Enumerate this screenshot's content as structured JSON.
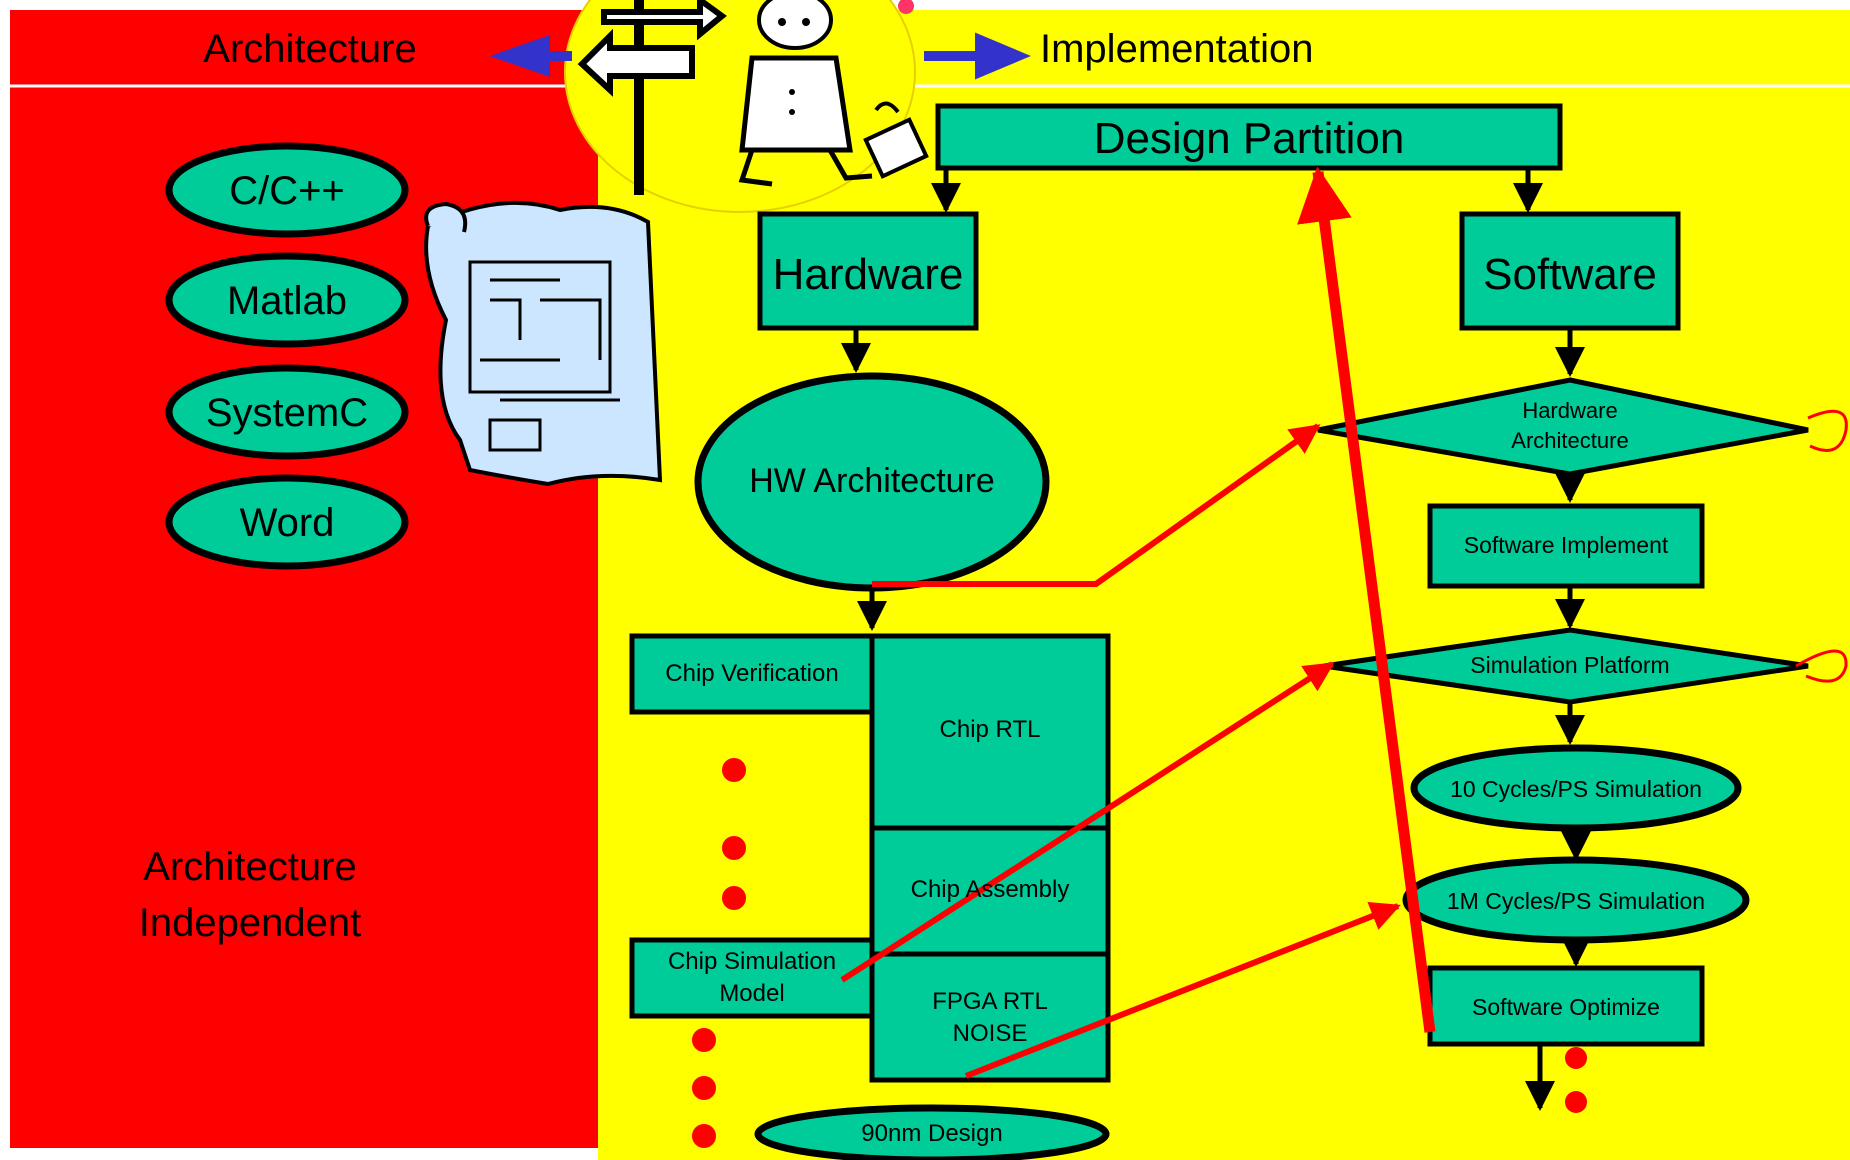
{
  "header": {
    "left_label": "Architecture",
    "right_label": "Implementation"
  },
  "left_panel": {
    "tools": [
      "C/C++",
      "Matlab",
      "SystemC",
      "Word"
    ],
    "footer_line1": "Architecture",
    "footer_line2": "Independent"
  },
  "hw_flow": {
    "design_partition": "Design Partition",
    "hardware": "Hardware",
    "hw_architecture": "HW Architecture",
    "chip_verification": "Chip Verification",
    "chip_rtl": "Chip RTL",
    "chip_assembly": "Chip Assembly",
    "chip_sim_line1": "Chip Simulation",
    "chip_sim_line2": "Model",
    "fpga_line1": "FPGA RTL",
    "fpga_line2": "NOISE",
    "nm_design": "90nm Design"
  },
  "sw_flow": {
    "software": "Software",
    "hw_arch_line1": "Hardware",
    "hw_arch_line2": "Architecture",
    "sw_implement": "Software Implement",
    "sim_platform": "Simulation Platform",
    "cycles_10": "10 Cycles/PS Simulation",
    "cycles_1m": "1M Cycles/PS Simulation",
    "sw_optimize": "Software Optimize"
  },
  "colors": {
    "architecture_bg": "#ff0000",
    "implementation_bg": "#ffff00",
    "node_fill": "#00cc99",
    "blue_arrow": "#3333cc",
    "red_link": "#ff0000"
  }
}
